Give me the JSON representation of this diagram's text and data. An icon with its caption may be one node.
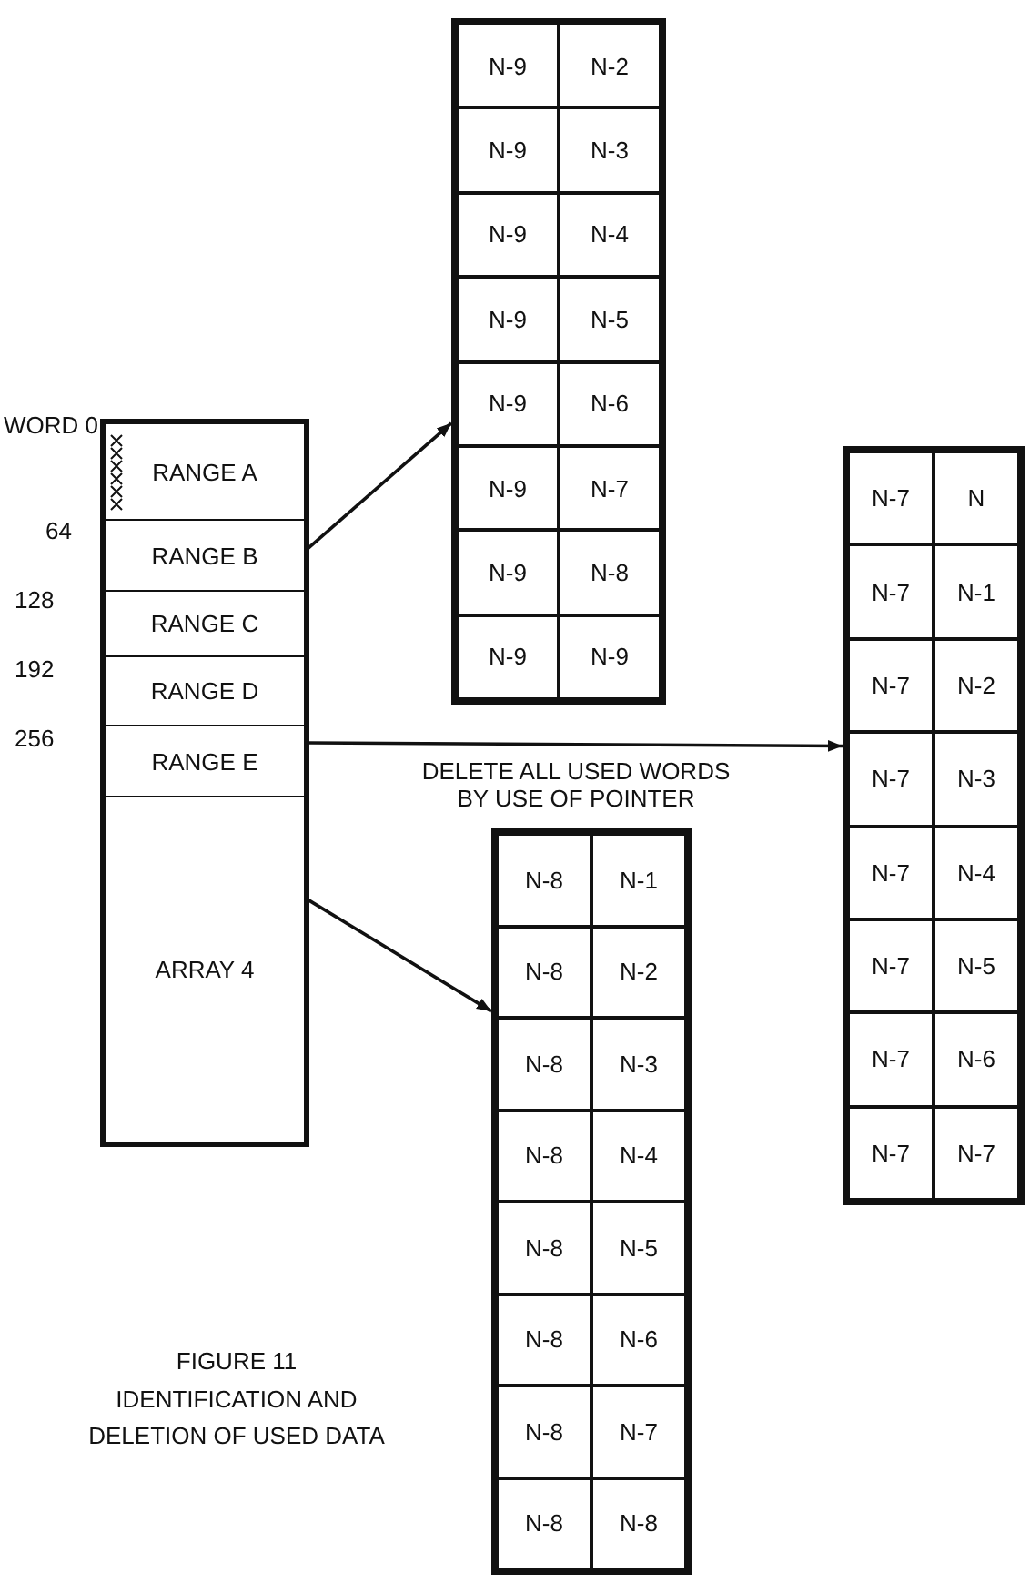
{
  "diagram": {
    "title": "FIGURE 11",
    "caption": "IDENTIFICATION AND DELETION OF USED DATA",
    "nodes": [
      {
        "text": [
          "N-9",
          "N-2",
          "N-9",
          "N-3",
          "N-9",
          "N-4",
          "N-9",
          "N-5",
          "N-9",
          "N-6",
          "N-9",
          "N-7",
          "N-9",
          "N-8",
          "N-9",
          "N-9"
        ]
      },
      {
        "text": [],
        "shape": "box"
      },
      {
        "text": [
          "RANGE A"
        ],
        "in": 1
      },
      {
        "text": [
          "RANGE B"
        ],
        "in": 1
      },
      {
        "text": [
          "RANGE C"
        ],
        "in": 1
      },
      {
        "text": [
          "RANGE D"
        ],
        "in": 1
      },
      {
        "text": [
          "RANGE E"
        ],
        "in": 1
      },
      {
        "text": [
          "ARRAY 4"
        ],
        "in": 1
      },
      {
        "text": [
          "N-7",
          "N",
          "N-7",
          "N-1",
          "N-7",
          "N-2",
          "N-7",
          "N-3",
          "N-7",
          "N-4",
          "N-7",
          "N-5",
          "N-7",
          "N-6",
          "N-7",
          "N-7"
        ]
      },
      {
        "text": [
          "N-8",
          "N-1",
          "N-8",
          "N-2",
          "N-8",
          "N-3",
          "N-8",
          "N-4",
          "N-8",
          "N-5",
          "N-8",
          "N-6",
          "N-8",
          "N-7",
          "N-8",
          "N-8"
        ]
      }
    ],
    "edges": [
      {
        "from": 3,
        "to": 0,
        "arrow": "to"
      },
      {
        "from": 1,
        "to": 8,
        "arrow": "to",
        "label": "DELETE ALL USED WORDS BY USE OF POINTER"
      },
      {
        "from": 7,
        "to": 9,
        "arrow": "to"
      }
    ],
    "labels": [
      "WORD 0",
      "64",
      "128",
      "192",
      "256"
    ]
  }
}
